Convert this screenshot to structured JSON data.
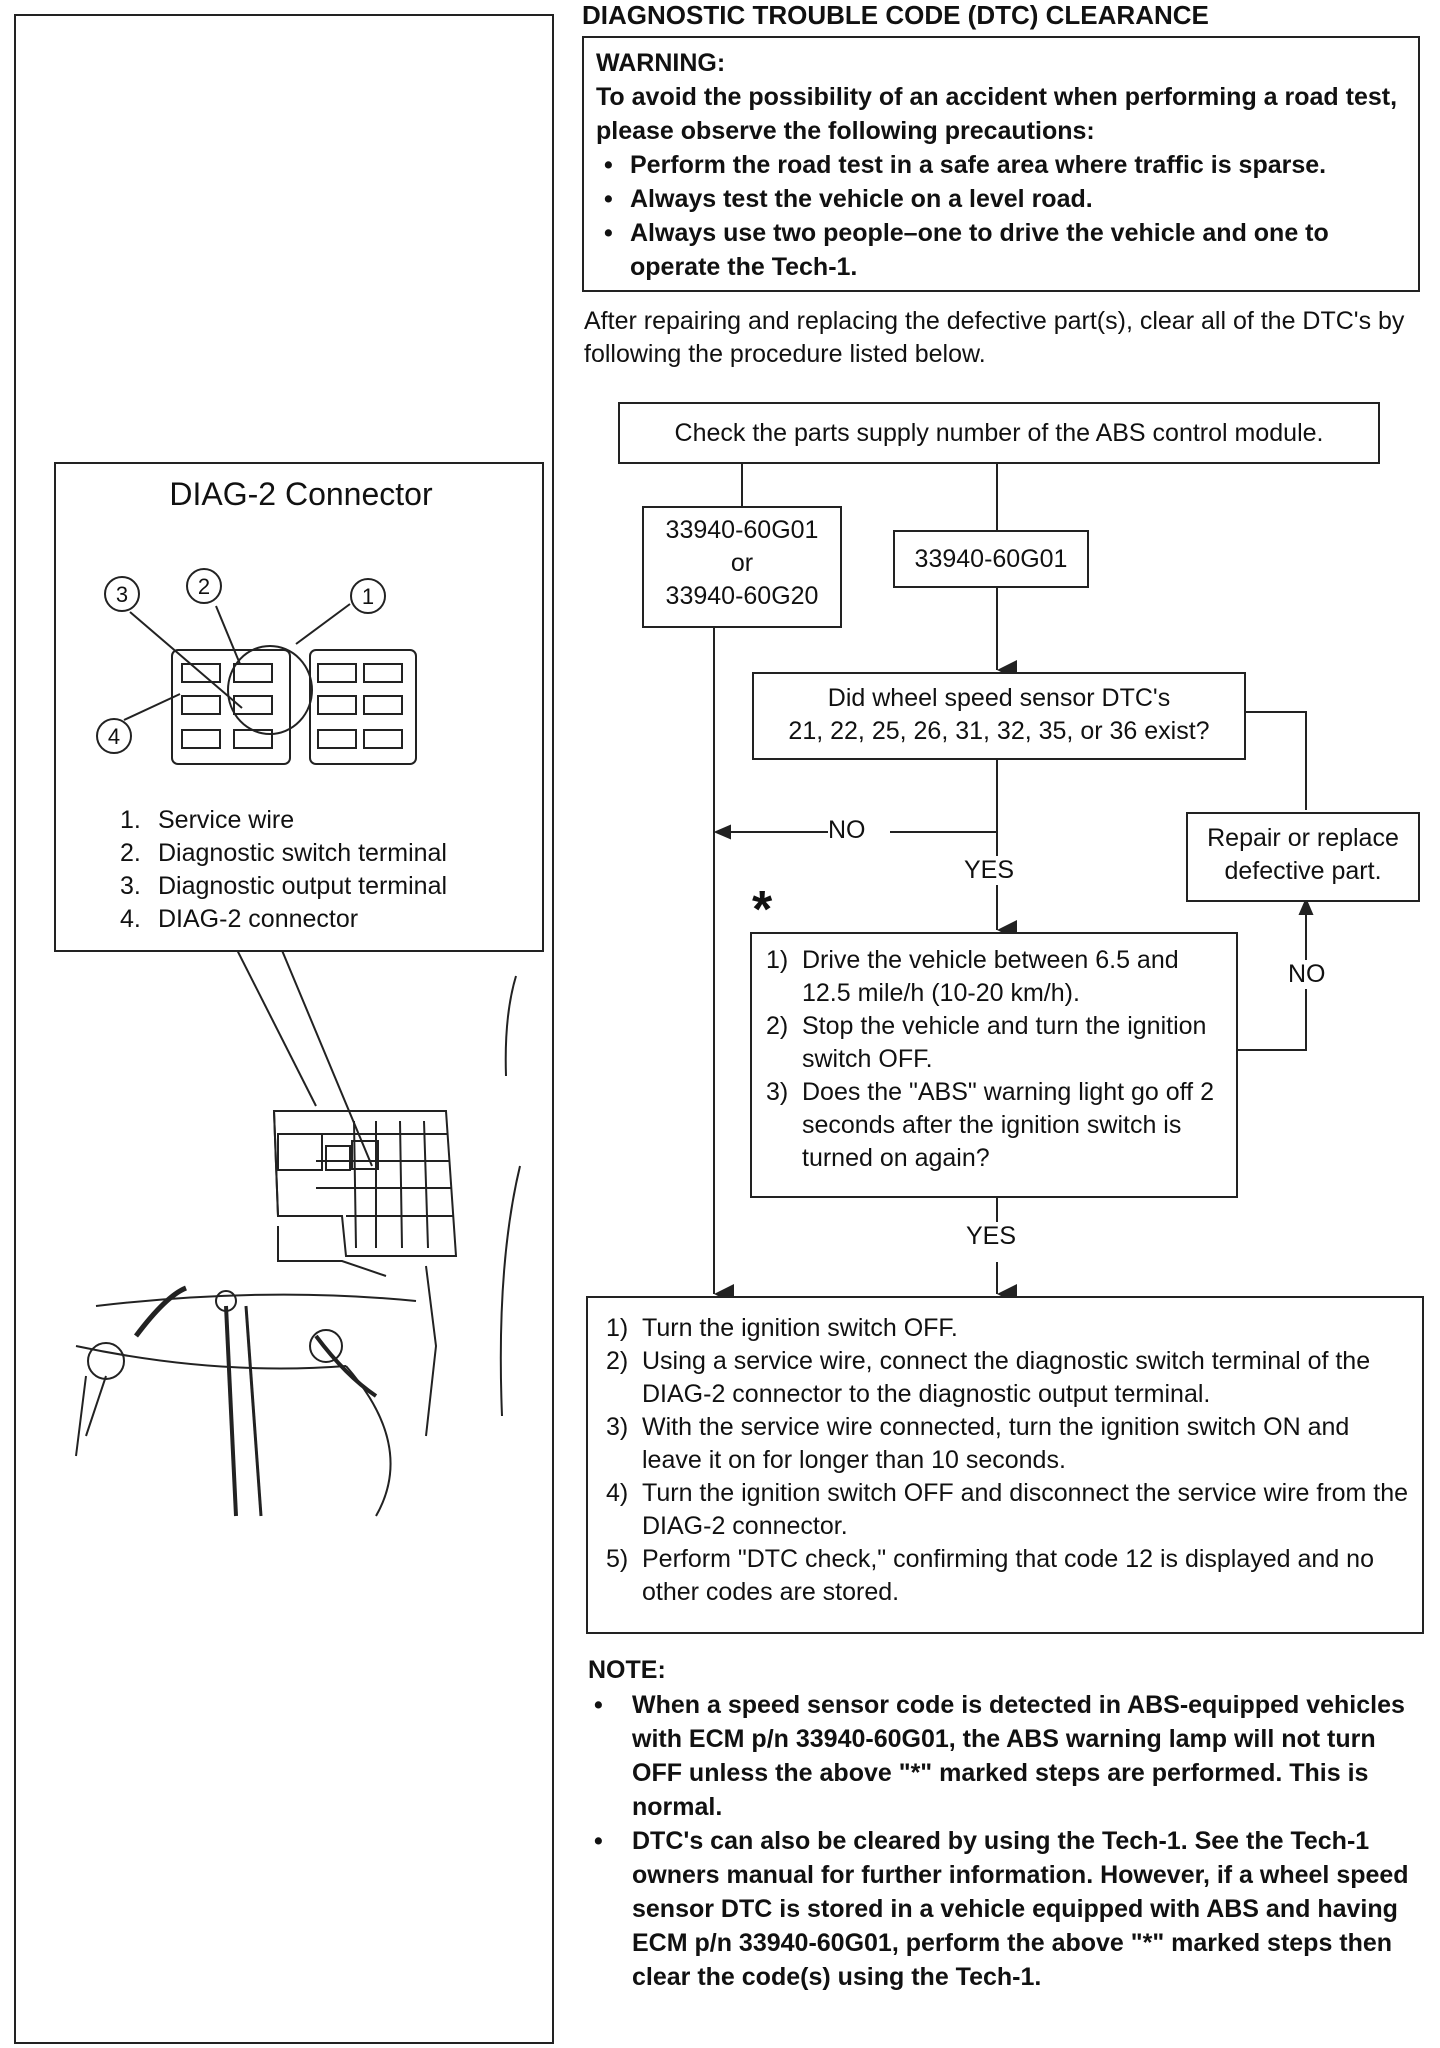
{
  "section_title": "DIAGNOSTIC TROUBLE CODE (DTC) CLEARANCE",
  "warning": {
    "heading": "WARNING:",
    "intro": "To avoid the possibility of an accident when performing a road test, please observe the following precautions:",
    "items": [
      "Perform the road test in a safe area where traffic is sparse.",
      "Always test the vehicle on a level road.",
      "Always use two people–one to drive the vehicle and one to operate the Tech-1."
    ]
  },
  "intro_text": "After repairing and replacing the defective part(s), clear all of the DTC's by following the procedure listed below.",
  "diagram": {
    "title": "DIAG-2 Connector",
    "callouts": [
      "1",
      "2",
      "3",
      "4"
    ],
    "legend": [
      {
        "num": "1.",
        "label": "Service wire"
      },
      {
        "num": "2.",
        "label": "Diagnostic switch terminal"
      },
      {
        "num": "3.",
        "label": "Diagnostic output terminal"
      },
      {
        "num": "4.",
        "label": "DIAG-2 connector"
      }
    ]
  },
  "flowchart": {
    "check_parts": "Check the parts supply number of the ABS control module.",
    "partnum_a_line1": "33940-60G01",
    "partnum_a_or": "or",
    "partnum_a_line2": "33940-60G20",
    "partnum_b": "33940-60G01",
    "question_line1": "Did wheel speed sensor DTC's",
    "question_line2": "21, 22, 25, 26, 31, 32, 35, or 36 exist?",
    "label_no": "NO",
    "label_yes": "YES",
    "label_no_right": "NO",
    "label_yes_bottom": "YES",
    "star": "*",
    "repair_line1": "Repair or replace",
    "repair_line2": "defective part.",
    "test_steps": [
      {
        "n": "1)",
        "text": "Drive the vehicle between 6.5 and 12.5 mile/h (10-20 km/h)."
      },
      {
        "n": "2)",
        "text": "Stop the vehicle and turn the ignition switch OFF."
      },
      {
        "n": "3)",
        "text": "Does the \"ABS\" warning light go off 2 seconds after the ignition switch is turned on again?"
      }
    ],
    "final_steps": [
      {
        "n": "1)",
        "text": "Turn the ignition switch OFF."
      },
      {
        "n": "2)",
        "text": "Using a service wire, connect the diagnostic switch terminal of the DIAG-2 connector to the diagnostic output terminal."
      },
      {
        "n": "3)",
        "text": "With the service wire connected, turn the ignition switch ON and leave it on for longer than 10 seconds."
      },
      {
        "n": "4)",
        "text": "Turn the ignition switch OFF and disconnect the service wire from the DIAG-2 connector."
      },
      {
        "n": "5)",
        "text": "Perform \"DTC check,\" confirming that code 12 is displayed and no other codes are stored."
      }
    ]
  },
  "note": {
    "heading": "NOTE:",
    "items": [
      "When a speed sensor code is detected in ABS-equipped vehicles with ECM p/n 33940-60G01, the ABS warning lamp will not turn OFF unless the above \"*\" marked steps are performed.  This is normal.",
      "DTC's can also be cleared by using the Tech-1.  See the Tech-1 owners manual for further information.",
      "However, if a wheel speed sensor DTC is stored in a vehicle equipped with ABS and having ECM p/n 33940-60G01, perform the above \"*\" marked steps then clear the code(s) using the Tech-1."
    ]
  }
}
